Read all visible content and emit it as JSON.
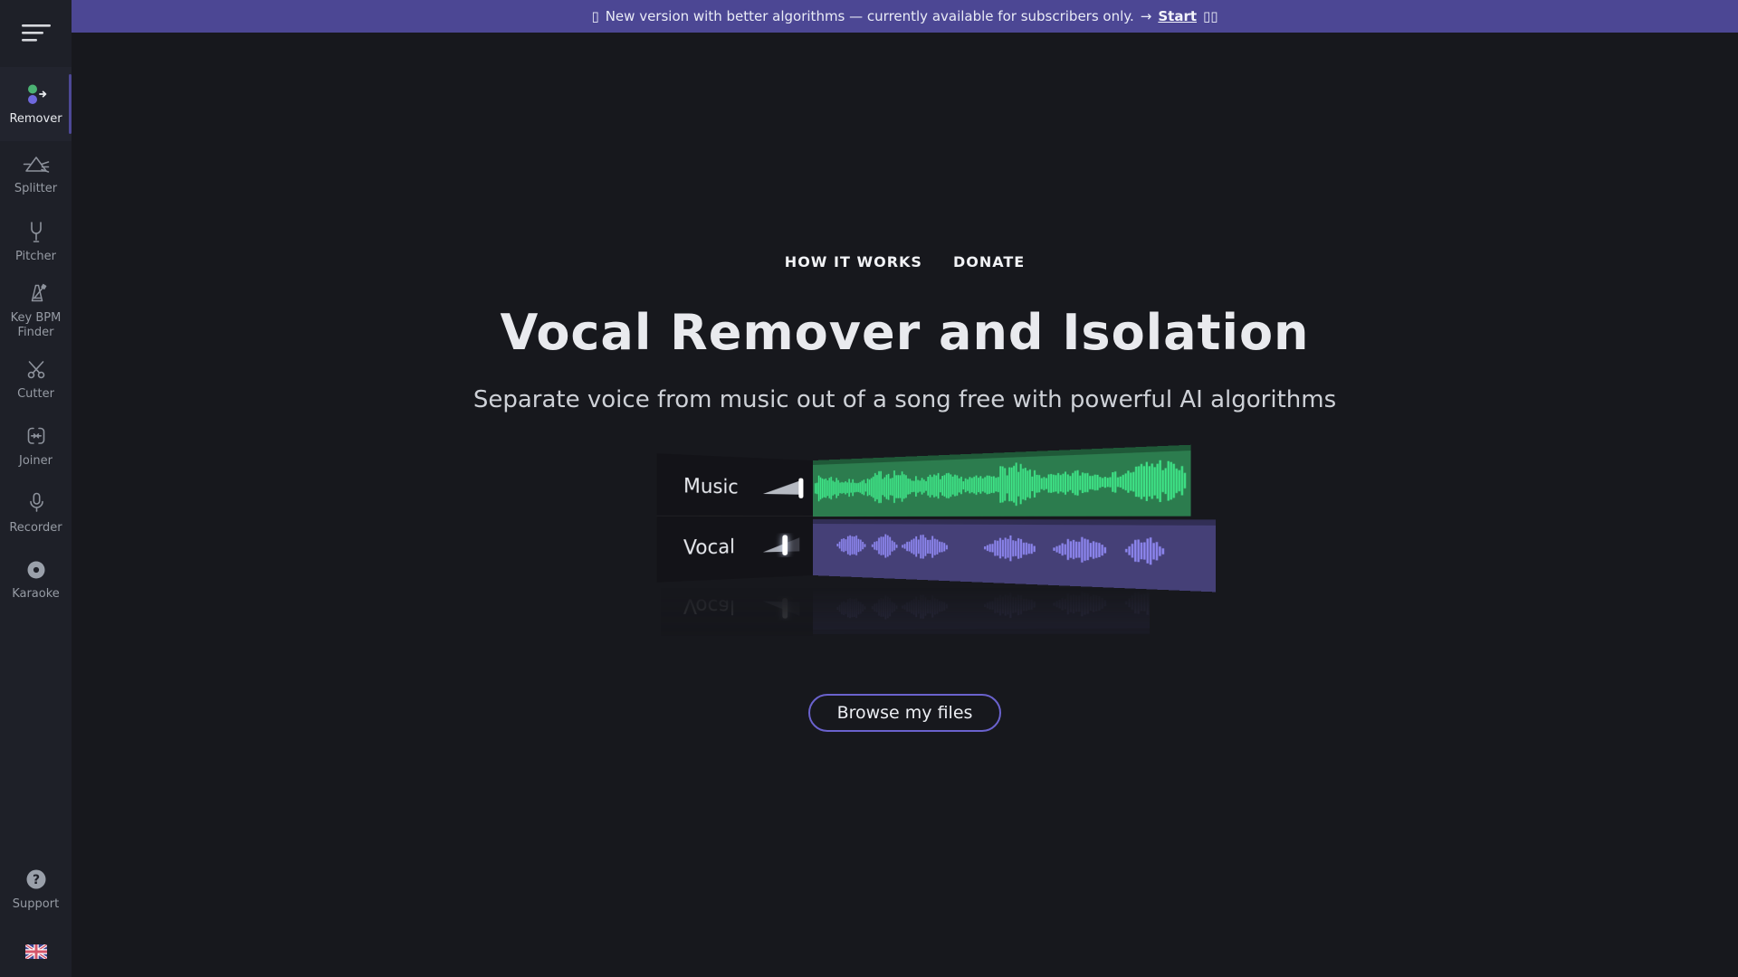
{
  "banner": {
    "prefix": "▯",
    "message": "New version with better algorithms — currently available for subscribers only.",
    "arrow": "→",
    "link_label": "Start",
    "suffix": "▯▯"
  },
  "sidebar": {
    "items": [
      {
        "label": "Remover",
        "icon": "remover-dots-arrow-icon",
        "active": true
      },
      {
        "label": "Splitter",
        "icon": "prism-icon",
        "active": false
      },
      {
        "label": "Pitcher",
        "icon": "tuning-fork-icon",
        "active": false
      },
      {
        "label": "Key BPM Finder",
        "icon": "metronome-icon",
        "active": false
      },
      {
        "label": "Cutter",
        "icon": "scissors-icon",
        "active": false
      },
      {
        "label": "Joiner",
        "icon": "merge-icon",
        "active": false
      },
      {
        "label": "Recorder",
        "icon": "microphone-icon",
        "active": false
      },
      {
        "label": "Karaoke",
        "icon": "disc-icon",
        "active": false
      }
    ],
    "support_label": "Support",
    "language_flag": "uk-flag"
  },
  "nav": {
    "links": [
      {
        "label": "HOW IT WORKS"
      },
      {
        "label": "DONATE"
      }
    ]
  },
  "hero": {
    "title": "Vocal Remover and Isolation",
    "subtitle": "Separate voice from music out of a song free with powerful AI algorithms",
    "cta_label": "Browse my files"
  },
  "tracks": {
    "rows": [
      {
        "label": "Music",
        "volume": "full"
      },
      {
        "label": "Vocal",
        "volume": "mid"
      }
    ]
  },
  "colors": {
    "banner_bg": "#4c4794",
    "accent_purple": "#6a62cd",
    "active_indicator": "#4d4896",
    "music_wave": "#3fe688",
    "music_strip": "#2c7c4e",
    "vocal_wave": "#8d86ef",
    "vocal_strip": "#454077"
  }
}
